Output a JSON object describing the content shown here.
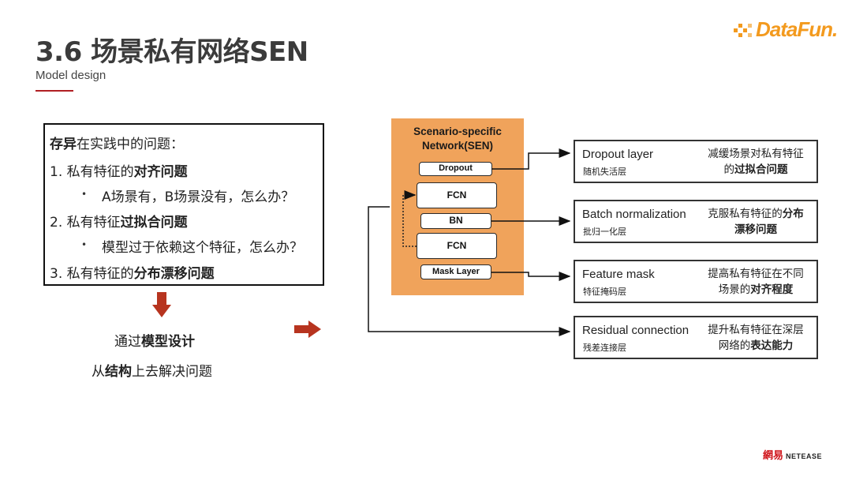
{
  "header": {
    "title": "3.6 场景私有网络SEN",
    "subtitle": "Model design"
  },
  "logo": {
    "text": "DataFun.",
    "brand_color": "#f39a1e"
  },
  "problems": {
    "heading_bold": "存异",
    "heading_rest": "在实践中的问题：",
    "item1_prefix": "1.   私有特征的",
    "item1_bold": "对齐问题",
    "item1_sub": "A场景有，B场景没有，怎么办？",
    "item2_prefix": "2.   私有特征",
    "item2_bold": "过拟合问题",
    "item2_sub": "模型过于依赖这个特征，怎么办？",
    "item3_prefix": "3.   私有特征的",
    "item3_bold": "分布漂移问题"
  },
  "solution": {
    "line1_pre": "通过",
    "line1_bold": "模型设计",
    "line2_pre": "从",
    "line2_bold": "结构",
    "line2_post": "上去解决问题"
  },
  "sen": {
    "title_line1": "Scenario-specific",
    "title_line2": "Network(SEN)",
    "layers": [
      "Dropout",
      "FCN",
      "BN",
      "FCN",
      "Mask Layer"
    ],
    "fill_color": "#f0a35b"
  },
  "features": [
    {
      "en": "Dropout layer",
      "cn": "随机失活层",
      "desc_pre": "减缓场景对私有特征",
      "desc_l2_pre": "的",
      "desc_bold": "过拟合问题",
      "desc_post": ""
    },
    {
      "en": "Batch normalization",
      "cn": "批归一化层",
      "desc_pre": "克服私有特征的",
      "desc_l2_pre": "",
      "desc_bold": "分布漂移问题",
      "desc_post": ""
    },
    {
      "en": "Feature mask",
      "cn": "特征掩码层",
      "desc_pre": "提高私有特征在不同",
      "desc_l2_pre": "场景的",
      "desc_bold": "对齐程度",
      "desc_post": ""
    },
    {
      "en": "Residual connection",
      "cn": "残差连接层",
      "desc_pre": "提升私有特征在深层",
      "desc_l2_pre": "网络的",
      "desc_bold": "表达能力",
      "desc_post": ""
    }
  ],
  "footer": {
    "brand_cn": "網易",
    "brand_en": "NETEASE"
  },
  "colors": {
    "accent_red": "#b11f24",
    "arrow_red": "#c0392b"
  }
}
